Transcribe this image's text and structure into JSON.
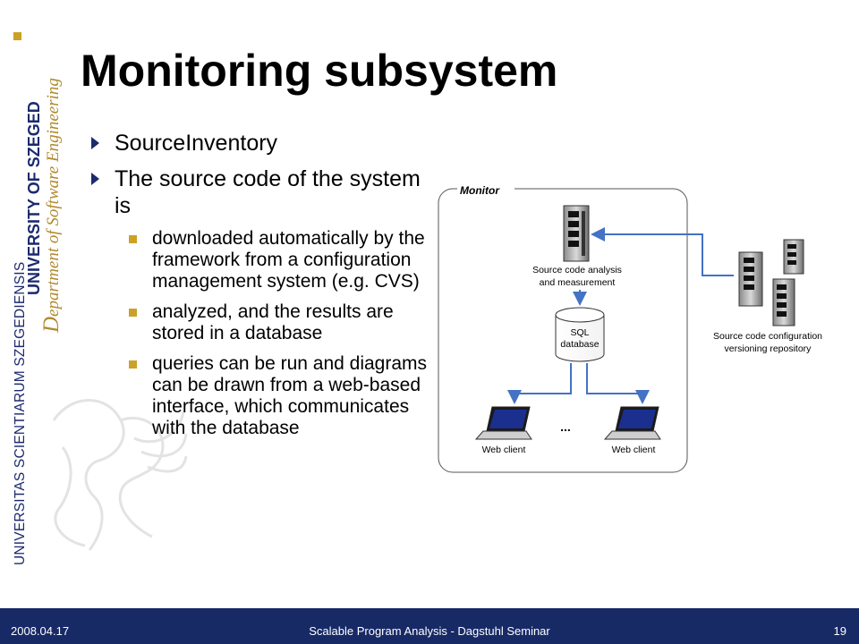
{
  "sidebar": {
    "latin": "UNIVERSITAS SCIENTIARUM SZEGEDIENSIS",
    "university": "UNIVERSITY OF SZEGED",
    "department_initial": "D",
    "department_rest": "epartment of Software Engineering"
  },
  "slide": {
    "title": "Monitoring subsystem",
    "bullets": [
      {
        "text": "SourceInventory"
      },
      {
        "text": "The source code of the system is",
        "sub": [
          "downloaded automatically by the framework from a configuration management system (e.g. CVS)",
          "analyzed, and the results are stored in a database",
          "queries can be run and diagrams can be drawn from a web-based interface, which communicates with the database"
        ]
      }
    ]
  },
  "diagram": {
    "monitor_label": "Monitor",
    "analysis_label_1": "Source code analysis",
    "analysis_label_2": "and measurement",
    "db_label_1": "SQL",
    "db_label_2": "database",
    "repo_label_1": "Source code configuration",
    "repo_label_2": "versioning repository",
    "client_label_left": "Web client",
    "client_label_right": "Web client",
    "ellipsis": "...",
    "arrow_color": "#4472c4"
  },
  "footer": {
    "date": "2008.04.17",
    "center": "Scalable Program Analysis - Dagstuhl Seminar",
    "page": "19"
  }
}
